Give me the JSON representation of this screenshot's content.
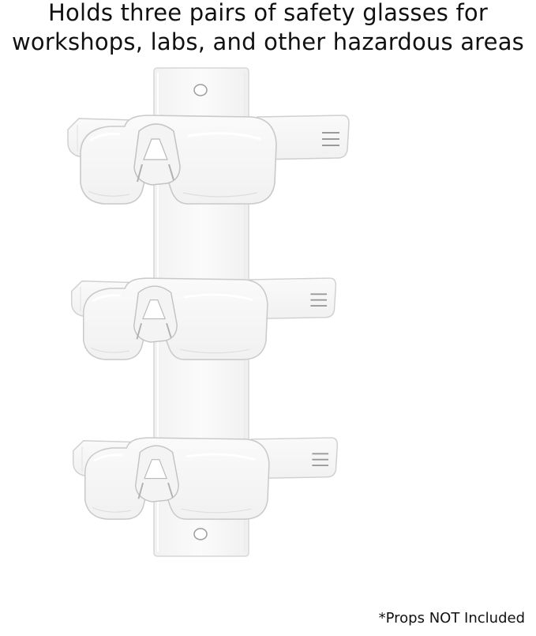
{
  "headline": {
    "line1": "Holds three pairs of safety glasses for",
    "line2": "workshops, labs, and other hazardous areas"
  },
  "footnote": "*Props NOT Included",
  "product_photo": {
    "subject": "acrylic-wall-rack",
    "glasses_held": 3
  },
  "colors": {
    "background": "#ffffff",
    "text": "#111111",
    "acrylic_edge": "#d7d7d7",
    "lens_stroke": "#c9c9c9"
  }
}
